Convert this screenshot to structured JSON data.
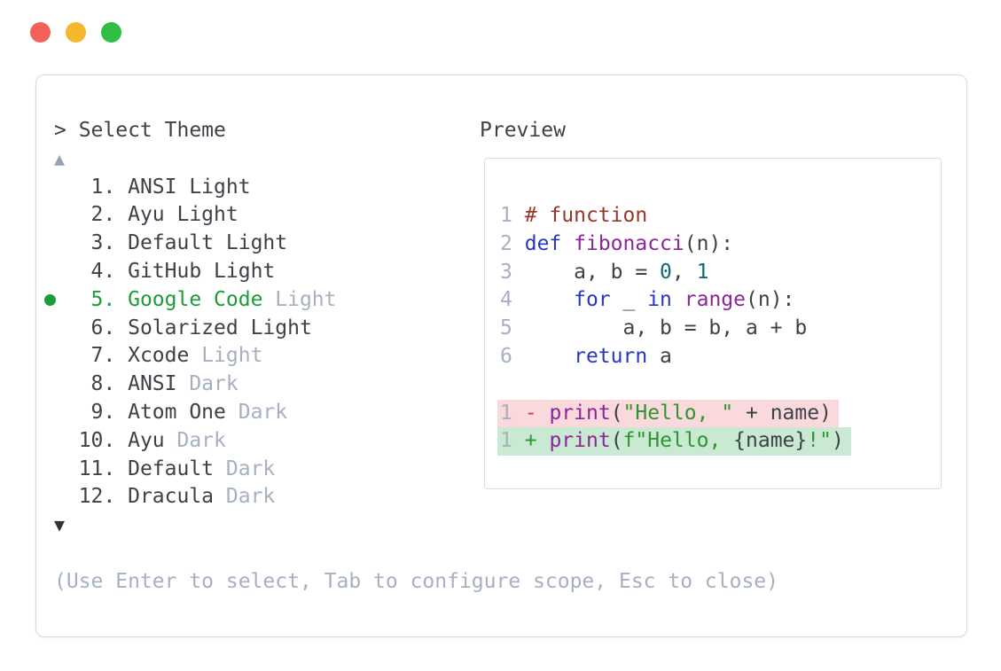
{
  "colors": {
    "text-dark": "#3d4249",
    "text-muted": "#a6b0c1",
    "accent-green": "#1d9c3a",
    "arrow-up": "#98a2b3",
    "arrow-down": "#2e3338",
    "border": "#d6dae0",
    "preview-border": "#d9dde3",
    "tl-red": "#f4605a",
    "tl-yellow": "#f3b82d",
    "tl-green": "#2fbf44",
    "tk-com": "#98362c",
    "tk-kw": "#2837c0",
    "tk-fn": "#8c2699",
    "tk-lit": "#0f6b70",
    "tk-str": "#2f9432",
    "tk-del": "#cb3b45",
    "bg-removed": "#f9d9dc",
    "bg-added": "#c9e9d3"
  },
  "selector": {
    "prompt": "> Select Theme",
    "scroll_up_icon": "▲",
    "scroll_down_icon": "▼",
    "items": [
      {
        "number": 1,
        "name": "ANSI Light",
        "suffix": "",
        "selected": false
      },
      {
        "number": 2,
        "name": "Ayu Light",
        "suffix": "",
        "selected": false
      },
      {
        "number": 3,
        "name": "Default Light",
        "suffix": "",
        "selected": false
      },
      {
        "number": 4,
        "name": "GitHub Light",
        "suffix": "",
        "selected": false
      },
      {
        "number": 5,
        "name": "Google Code",
        "suffix": " Light",
        "selected": true
      },
      {
        "number": 6,
        "name": "Solarized Light",
        "suffix": "",
        "selected": false
      },
      {
        "number": 7,
        "name": "Xcode",
        "suffix": " Light",
        "selected": false
      },
      {
        "number": 8,
        "name": "ANSI",
        "suffix": " Dark",
        "selected": false
      },
      {
        "number": 9,
        "name": "Atom One",
        "suffix": " Dark",
        "selected": false
      },
      {
        "number": 10,
        "name": "Ayu",
        "suffix": " Dark",
        "selected": false
      },
      {
        "number": 11,
        "name": "Default",
        "suffix": " Dark",
        "selected": false
      },
      {
        "number": 12,
        "name": "Dracula",
        "suffix": " Dark",
        "selected": false
      }
    ],
    "hint": "(Use Enter to select, Tab to configure scope, Esc to close)"
  },
  "preview": {
    "label": "Preview",
    "code_lines": [
      {
        "num": "1",
        "diff": null,
        "tokens": [
          [
            "pl",
            " "
          ],
          [
            "com",
            "# function"
          ]
        ]
      },
      {
        "num": "2",
        "diff": null,
        "tokens": [
          [
            "pl",
            " "
          ],
          [
            "kw",
            "def"
          ],
          [
            "pl",
            " "
          ],
          [
            "fn",
            "fibonacci"
          ],
          [
            "pl",
            "(n):"
          ]
        ]
      },
      {
        "num": "3",
        "diff": null,
        "tokens": [
          [
            "pl",
            "     a, b = "
          ],
          [
            "lit",
            "0"
          ],
          [
            "pl",
            ", "
          ],
          [
            "lit",
            "1"
          ]
        ]
      },
      {
        "num": "4",
        "diff": null,
        "tokens": [
          [
            "pl",
            "     "
          ],
          [
            "kw",
            "for"
          ],
          [
            "pl",
            " _ "
          ],
          [
            "kw",
            "in"
          ],
          [
            "pl",
            " "
          ],
          [
            "fn",
            "range"
          ],
          [
            "pl",
            "(n):"
          ]
        ]
      },
      {
        "num": "5",
        "diff": null,
        "tokens": [
          [
            "pl",
            "         a, b = b, a + b"
          ]
        ]
      },
      {
        "num": "6",
        "diff": null,
        "tokens": [
          [
            "pl",
            "     "
          ],
          [
            "kw",
            "return"
          ],
          [
            "pl",
            " a"
          ]
        ]
      },
      {
        "num": "",
        "diff": null,
        "tokens": []
      },
      {
        "num": "1",
        "diff": "removed",
        "tokens": [
          [
            "pl",
            " "
          ],
          [
            "del",
            "-"
          ],
          [
            "pl",
            " "
          ],
          [
            "fn",
            "print"
          ],
          [
            "pl",
            "("
          ],
          [
            "str",
            "\"Hello, \""
          ],
          [
            "pl",
            " + name)"
          ]
        ]
      },
      {
        "num": "1",
        "diff": "added",
        "tokens": [
          [
            "pl",
            " "
          ],
          [
            "add",
            "+"
          ],
          [
            "pl",
            " "
          ],
          [
            "fn",
            "print"
          ],
          [
            "pl",
            "("
          ],
          [
            "str",
            "f\"Hello, "
          ],
          [
            "pl",
            "{name}"
          ],
          [
            "str",
            "!\""
          ],
          [
            "pl",
            ")"
          ]
        ]
      }
    ]
  }
}
